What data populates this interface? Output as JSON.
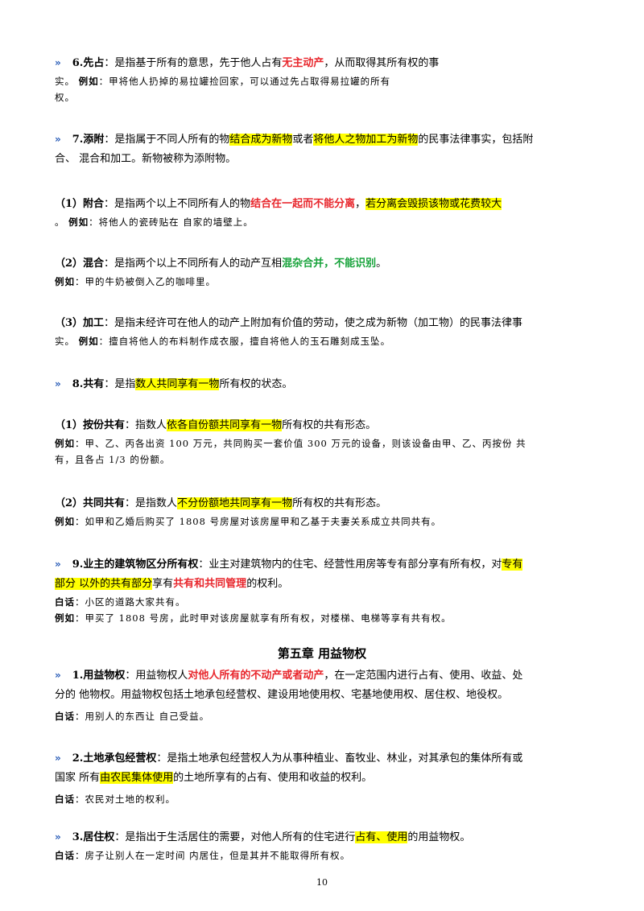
{
  "arrow": "»",
  "s6": {
    "title": "6.先占",
    "l1a": "：是指基于所有的意思，先于他人占有",
    "l1r": "无主动产",
    "l1b": "，从而取得其所有权的事",
    "l2a": "实。",
    "l2b": "例如",
    "l2c": "：甲将他人扔掉的易拉罐捡回家，可以通过先占取得易拉罐的所有",
    "l3": "权。"
  },
  "s7": {
    "title": "7.添附",
    "l1a": "：是指属于不同人所有的物",
    "l1h1": "结合成为新物",
    "l1b": "或者",
    "l1h2": "将他人之物加工为新物",
    "l1c": "的民事法律事实，包括附",
    "l2": "合、 混合和加工。新物被称为添附物。"
  },
  "s7_1": {
    "label": "（1）附合",
    "l1a": "：是指两个以上不同所有人的物",
    "l1r": "结合在一起而不能分离",
    "l1b": "，",
    "l1h": "若分离会毁损该物或花费较大",
    "l2a": "。",
    "l2b": "例如",
    "l2c": "：将他人的瓷砖贴在 自家的墙壁上。"
  },
  "s7_2": {
    "label": "（2）混合",
    "l1a": "：是指两个以上不同所有人的动产互相",
    "l1g": "混杂合并，不能识别",
    "l1b": "。",
    "l2b": "例如",
    "l2c": "：甲的牛奶被倒入乙的咖啡里。"
  },
  "s7_3": {
    "label": "（3）加工",
    "l1": "：是指未经许可在他人的动产上附加有价值的劳动，使之成为新物（加工物）的民事法律事",
    "l2a": "实。",
    "l2b": "例如",
    "l2c": "：擅自将他人的布料制作成衣服，擅自将他人的玉石雕刻成玉坠。"
  },
  "s8": {
    "title": "8.共有",
    "l1a": "：是指",
    "l1h": "数人共同享有一物",
    "l1b": "所有权的状态。"
  },
  "s8_1": {
    "label": "（1）按份共有",
    "l1a": "：指数人",
    "l1h": "依各自份额共同享有一物",
    "l1b": "所有权的共有形态。",
    "l2b": "例如",
    "l2c": "：甲、乙、丙各出资 100 万元，共同购买一套价值 300 万元的设备，则该设备由甲、乙、丙按份 共",
    "l3": "有，且各占 1/3 的份额。"
  },
  "s8_2": {
    "label": "（2）共同共有",
    "l1a": "：是指数人",
    "l1h": "不分份额地共同享有一物",
    "l1b": "所有权的共有形态。",
    "l2b": "例如",
    "l2c": "：如甲和乙婚后购买了 1808 号房屋对该房屋甲和乙基于夫妻关系成立共同共有。"
  },
  "s9": {
    "title": "9.业主的建筑物区分所有权",
    "l1a": "：业主对建筑物内的住宅、经营性用房等专有部分享有所有权，对",
    "l1h": "专有",
    "l2h1": "部分",
    "l2h2": " 以外的共有部分",
    "l2a": "享有",
    "l2r": "共有和共同管理",
    "l2b": "的权利。",
    "l3b": "白话",
    "l3c": "：小区的道路大家共有。",
    "l4b": "例如",
    "l4c": "：甲买了 1808 号房，此时甲对该房屋就享有所有权，对楼梯、电梯等享有共有权。"
  },
  "chapter": "第五章 用益物权",
  "c1": {
    "title": "1.用益物权",
    "l1a": "：用益物权人",
    "l1r": "对他人所有的不动产或者动产",
    "l1b": "，在一定范围内进行占有、使用、收益、处",
    "l2": "分的 他物权。用益物权包括土地承包经营权、建设用地使用权、宅基地使用权、居住权、地役权。",
    "l3b": "白话",
    "l3c": "：用别人的东西让 自己受益。"
  },
  "c2": {
    "title": "2.土地承包经营权",
    "l1": "：是指土地承包经营权人为从事种植业、畜牧业、林业，对其承包的集体所有或",
    "l2a": "国家 所有",
    "l2h": "由农民集体使用",
    "l2b": "的土地所享有的占有、使用和收益的权利。",
    "l3b": "白话",
    "l3c": "：农民对土地的权利。"
  },
  "c3": {
    "title": "3.居住权",
    "l1a": "：是指出于生活居住的需要，对他人所有的住宅进行",
    "l1h": "占有、使用",
    "l1b": "的用益物权。",
    "l2b": "白话",
    "l2c": "：房子让别人在一定时间 内居住，但是其并不能取得所有权。"
  },
  "page_number": "10"
}
